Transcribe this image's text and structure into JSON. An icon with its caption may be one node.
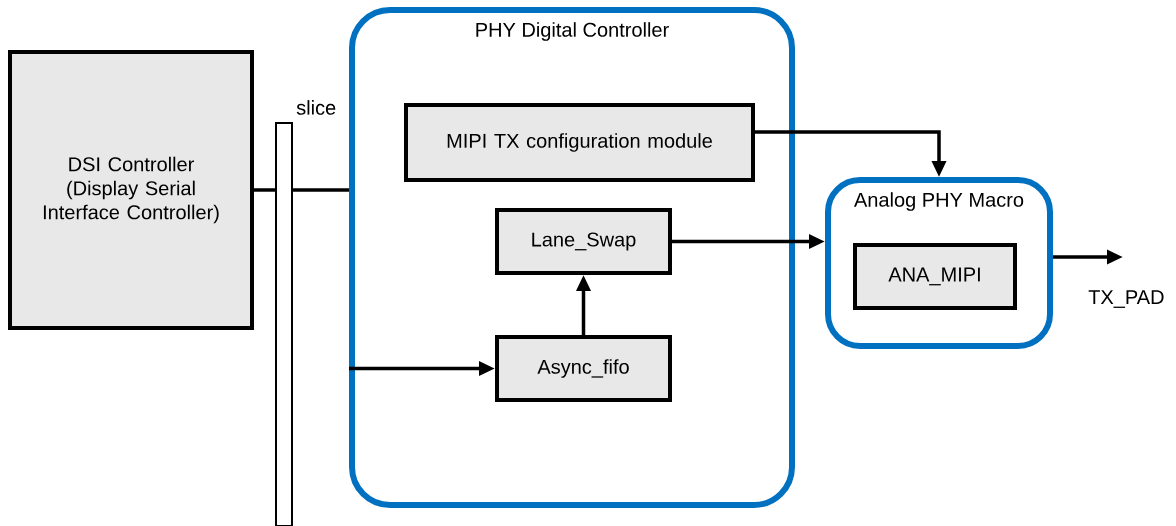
{
  "diagram": {
    "nodes": [
      {
        "text": [
          "DSI Controller (Display Serial Interface Controller)"
        ]
      },
      {
        "text": [
          "slice"
        ]
      },
      {
        "text": [
          "PHY Digital Controller"
        ]
      },
      {
        "text": [
          "MIPI TX configuration module"
        ],
        "in": 2
      },
      {
        "text": [
          "Lane_Swap"
        ],
        "in": 2
      },
      {
        "text": [
          "Async_fifo"
        ],
        "in": 2
      },
      {
        "text": [
          "Analog PHY Macro"
        ]
      },
      {
        "text": [
          "ANA_MIPI"
        ],
        "in": 6
      }
    ],
    "edges": [
      {
        "from": 0,
        "to": 1,
        "arrow": "none"
      },
      {
        "from": 1,
        "to": 2,
        "arrow": "none"
      },
      {
        "from": 2,
        "to": 5,
        "arrow": "to"
      },
      {
        "from": 5,
        "to": 4,
        "arrow": "to"
      },
      {
        "from": 4,
        "to": 6,
        "arrow": "to"
      },
      {
        "from": 3,
        "to": 6,
        "arrow": "to"
      },
      {
        "from": 6,
        "to": null,
        "arrow": "to"
      }
    ],
    "labels": [
      "TX_PAD"
    ]
  }
}
